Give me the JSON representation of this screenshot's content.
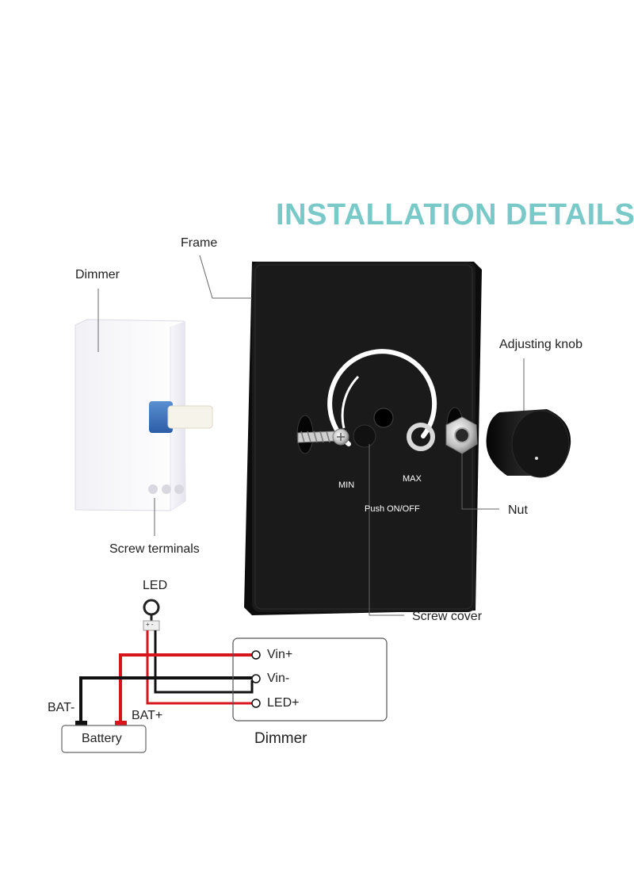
{
  "title": "INSTALLATION DETAILS",
  "callouts": {
    "frame": "Frame",
    "dimmer": "Dimmer",
    "adjusting_knob": "Adjusting knob",
    "nut": "Nut",
    "screw_terminals": "Screw terminals",
    "screw_cover": "Screw cover"
  },
  "panel": {
    "min": "MIN",
    "max": "MAX",
    "push": "Push ON/OFF"
  },
  "wiring": {
    "led": "LED",
    "terminal_polarity": "+ -",
    "vin_plus": "Vin+",
    "vin_minus": "Vin-",
    "led_plus": "LED+",
    "bat_minus": "BAT-",
    "bat_plus": "BAT+",
    "battery": "Battery",
    "dimmer": "Dimmer"
  },
  "colors": {
    "title": "#79c9c8",
    "panel": "#151515",
    "wire_red": "#d8141c",
    "wire_black": "#111111"
  }
}
